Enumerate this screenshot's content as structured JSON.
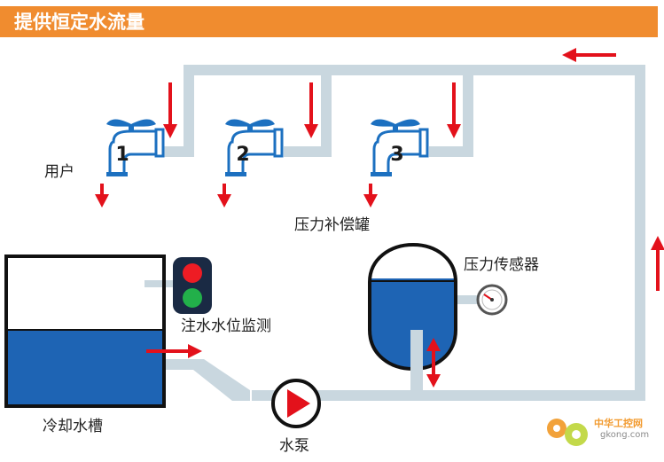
{
  "title": "提供恒定水流量",
  "labels": {
    "user": "用户",
    "tank": "压力补偿罐",
    "sensor": "压力传感器",
    "level_monitor": "注水水位监测",
    "cooling_tank": "冷却水槽",
    "pump": "水泵"
  },
  "faucets": [
    "1",
    "2",
    "3"
  ],
  "watermark": {
    "cn": "中华工控网",
    "en": "gkong.com"
  },
  "colors": {
    "title_bg": "#f08c2f",
    "pipe": "#c9d7df",
    "water": "#1e64b4",
    "arrow": "#e3111b",
    "faucet": "#1c70c0",
    "light_red": "#ee1c24",
    "light_green": "#22b04a"
  }
}
